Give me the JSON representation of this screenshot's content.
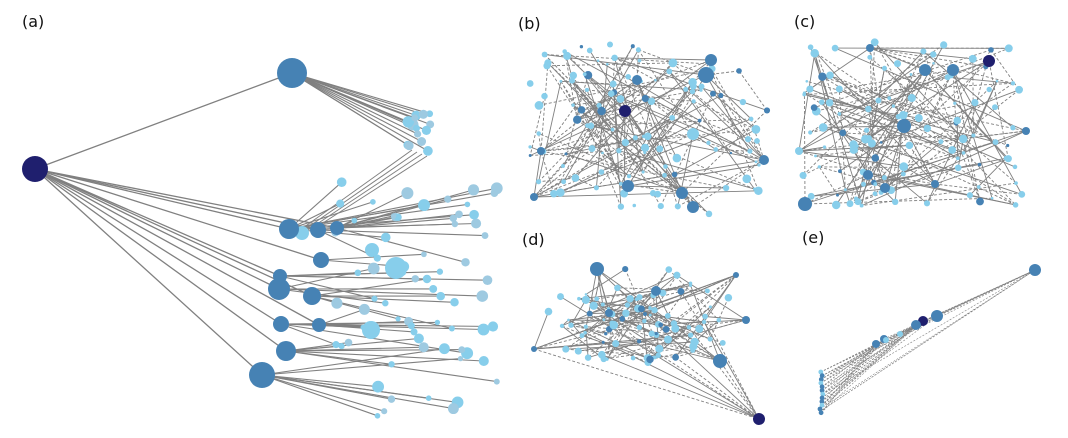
{
  "figure": {
    "panels": [
      {
        "id": "a",
        "label": "(a)"
      },
      {
        "id": "b",
        "label": "(b)"
      },
      {
        "id": "c",
        "label": "(c)"
      },
      {
        "id": "d",
        "label": "(d)"
      },
      {
        "id": "e",
        "label": "(e)"
      }
    ],
    "node_colors": {
      "root": "#1f1f6e",
      "mid": "#4682b4",
      "leaf": "#87ceeb",
      "leaf_alt": "#9ecae1"
    },
    "edge_color": "#808080"
  }
}
